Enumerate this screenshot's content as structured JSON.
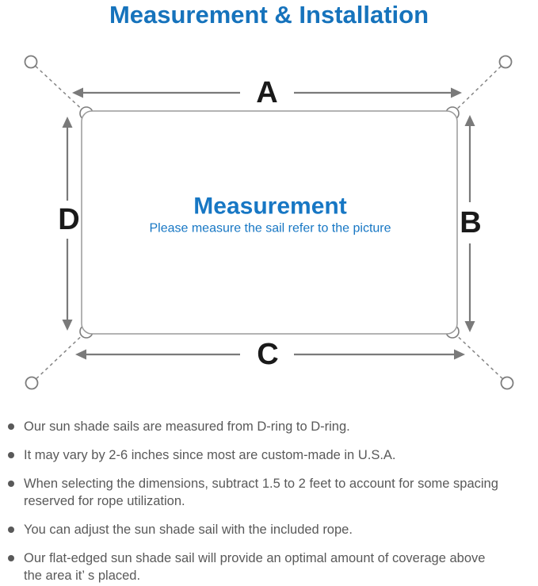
{
  "title": "Measurement & Installation",
  "diagram": {
    "labels": {
      "top": "A",
      "right": "B",
      "bottom": "C",
      "left": "D"
    },
    "center_title": "Measurement",
    "center_subtitle": "Please measure the sail refer to the picture",
    "colors": {
      "accent_blue": "#1673bc",
      "center_text_blue": "#1777c4",
      "line_gray": "#7a7a7a",
      "label_black": "#1a1a1a",
      "note_text_gray": "#595959"
    }
  },
  "notes": {
    "items": [
      {
        "text": "Our sun shade sails are measured from D-ring to D-ring."
      },
      {
        "text": "It may vary by 2-6 inches since most are custom-made in U.S.A."
      },
      {
        "text": "When selecting the dimensions, subtract 1.5 to 2 feet to account for some spacing\nreserved for rope utilization."
      },
      {
        "text": "You can adjust the sun shade sail with the included rope."
      },
      {
        "text": "Our flat-edged sun shade sail will provide an optimal amount of coverage above\nthe area it’ s placed."
      }
    ]
  }
}
